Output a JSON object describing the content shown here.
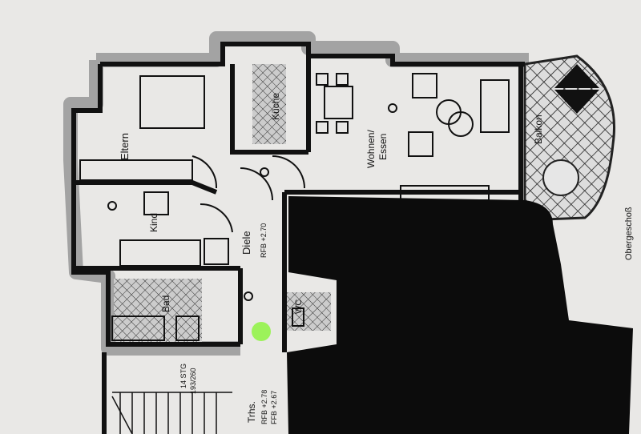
{
  "plan": {
    "title": "Obergeschoß",
    "rooms": {
      "eltern": "Eltern",
      "kueche": "Küche",
      "wohnen": "Wohnen/",
      "essen": "Essen",
      "balkon": "Balkon",
      "kind": "Kind",
      "diele": "Diele",
      "diele_level": "RFB +2.70",
      "bad": "Bad",
      "wc": "WC",
      "stairs_count": "14 STG",
      "stairs_ratio": "193/260",
      "treppenhaus": "Trhs.",
      "trhs_rfb": "RFB +2.78",
      "trhs_ffb": "FFB +2.67"
    }
  },
  "colors": {
    "paper": "#e9e8e6",
    "wall": "#111111",
    "shadow": "#9a9a9a",
    "highlight": "#9cf25a",
    "redaction": "#0c0c0c"
  }
}
